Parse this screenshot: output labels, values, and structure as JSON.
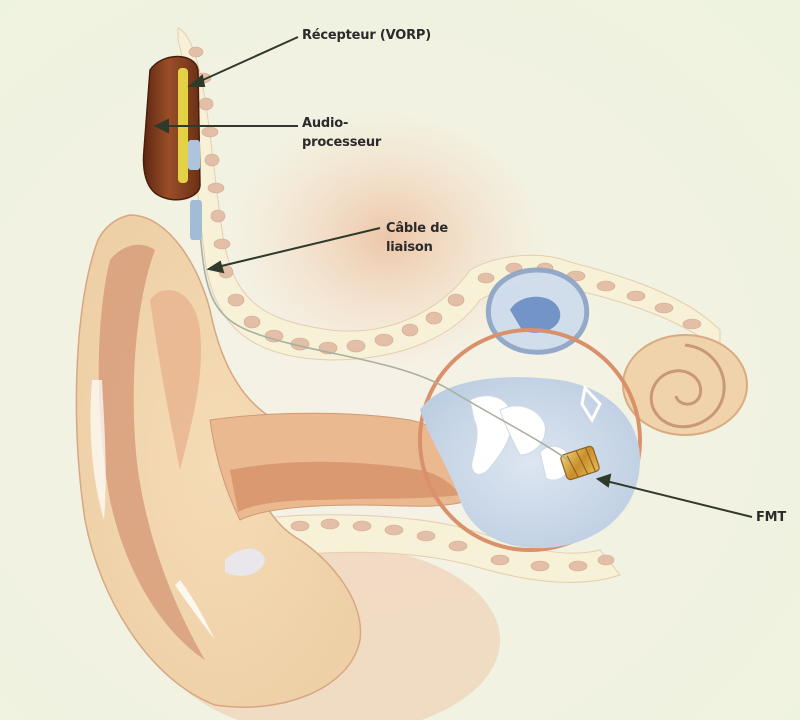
{
  "labels": {
    "receiver": "Récepteur (VORP)",
    "audio_processor_line1": "Audio-",
    "audio_processor_line2": "processeur",
    "cable_line1": "Câble de",
    "cable_line2": "liaison",
    "fmt": "FMT"
  },
  "colors": {
    "background": "#f6f1e6",
    "skin": "#eecfa6",
    "skin_shadow": "#cf8e6d",
    "bone_fill": "#f7f1d7",
    "bone_cell": "#e3bfa7",
    "middle_ear": "#c9d7e8",
    "ossicle": "#ffffff",
    "device_brown": "#7d3b1e",
    "device_yellow": "#e3d245",
    "fmt_gold": "#d2a43a",
    "leader_line": "#2f3a2c"
  },
  "icons": [
    "ear-anatomy-illustration",
    "audio-processor-device",
    "fmt-transducer"
  ]
}
